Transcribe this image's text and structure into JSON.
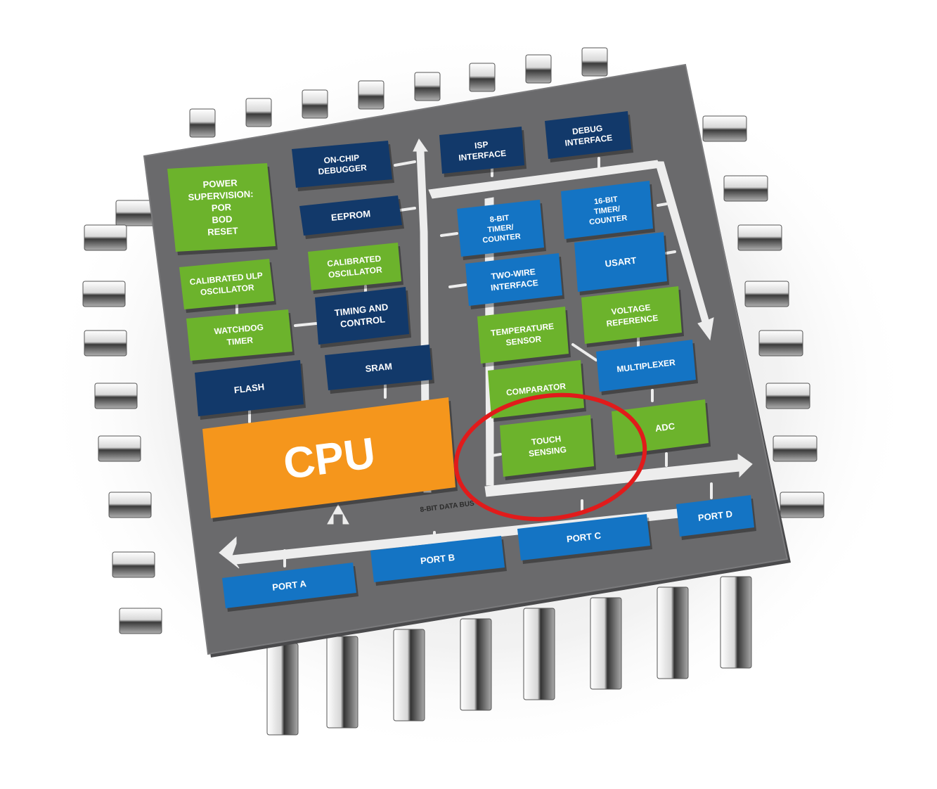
{
  "colors": {
    "chip_body": "#6a6a6c",
    "navy_block": "#12396a",
    "blue_block": "#1474c4",
    "green_block": "#6cb32c",
    "cpu_block": "#f5961c",
    "bus": "#ededed",
    "highlight_ring": "#e11b1b"
  },
  "blocks": {
    "power_supervision": [
      "POWER",
      "SUPERVISION:",
      "POR",
      "BOD",
      "RESET"
    ],
    "on_chip_debugger": [
      "ON-CHIP",
      "DEBUGGER"
    ],
    "eeprom": [
      "EEPROM"
    ],
    "calibrated_ulp_oscillator": [
      "CALIBRATED ULP",
      "OSCILLATOR"
    ],
    "calibrated_oscillator": [
      "CALIBRATED",
      "OSCILLATOR"
    ],
    "watchdog_timer": [
      "WATCHDOG",
      "TIMER"
    ],
    "timing_and_control": [
      "TIMING AND",
      "CONTROL"
    ],
    "flash": [
      "FLASH"
    ],
    "sram": [
      "SRAM"
    ],
    "cpu": [
      "CPU"
    ],
    "isp_interface": [
      "ISP",
      "INTERFACE"
    ],
    "debug_interface": [
      "DEBUG",
      "INTERFACE"
    ],
    "timer_counter_8bit": [
      "8-BIT",
      "TIMER/",
      "COUNTER"
    ],
    "timer_counter_16bit": [
      "16-BIT",
      "TIMER/",
      "COUNTER"
    ],
    "two_wire_interface": [
      "TWO-WIRE",
      "INTERFACE"
    ],
    "usart": [
      "USART"
    ],
    "temperature_sensor": [
      "TEMPERATURE",
      "SENSOR"
    ],
    "voltage_reference": [
      "VOLTAGE",
      "REFERENCE"
    ],
    "multiplexer": [
      "MULTIPLEXER"
    ],
    "analog_comparator": [
      "COMPARATOR"
    ],
    "touch_sensing": [
      "TOUCH",
      "SENSING"
    ],
    "adc": [
      "ADC"
    ],
    "port_a": [
      "PORT A"
    ],
    "port_b": [
      "PORT B"
    ],
    "port_c": [
      "PORT C"
    ],
    "port_d": [
      "PORT D"
    ]
  },
  "bus_label": "8-BIT DATA BUS"
}
